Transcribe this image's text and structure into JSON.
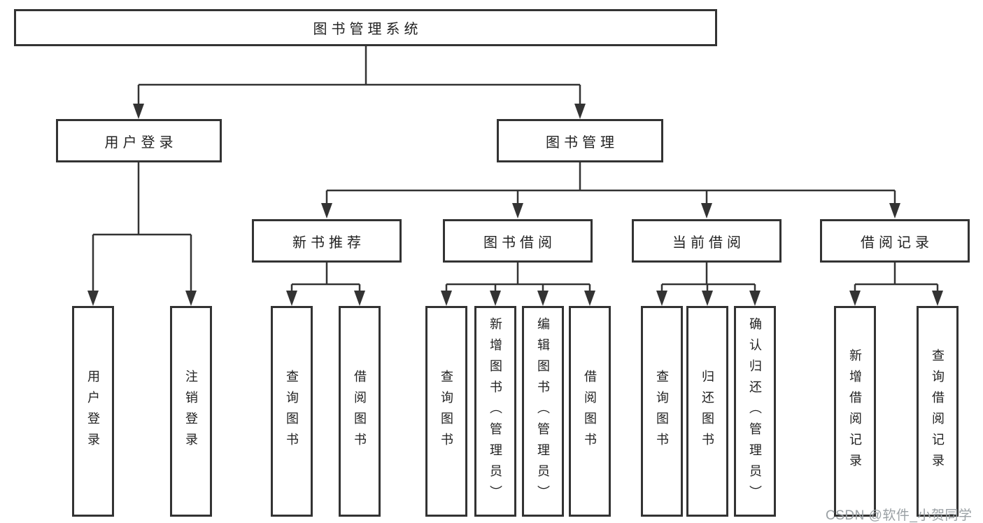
{
  "colors": {
    "line": "#333333",
    "text": "#222222",
    "watermark": "#9aa0a4",
    "background": "#ffffff"
  },
  "tree": {
    "root": "图书管理系统",
    "branches": [
      {
        "label": "用户登录",
        "leaves": [
          "用户登录",
          "注销登录"
        ]
      },
      {
        "label": "图书管理",
        "children": [
          {
            "label": "新书推荐",
            "leaves": [
              "查询图书",
              "借阅图书"
            ]
          },
          {
            "label": "图书借阅",
            "leaves": [
              "查询图书",
              "新增图书（管理员）",
              "编辑图书（管理员）",
              "借阅图书"
            ]
          },
          {
            "label": "当前借阅",
            "leaves": [
              "查询图书",
              "归还图书",
              "确认归还（管理员）"
            ]
          },
          {
            "label": "借阅记录",
            "leaves": [
              "新增借阅记录",
              "查询借阅记录"
            ]
          }
        ]
      }
    ]
  },
  "watermark": "CSDN @软件_小贺同学"
}
